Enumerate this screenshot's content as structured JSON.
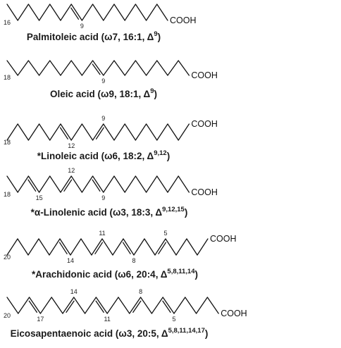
{
  "colors": {
    "ink": "#111111",
    "background": "#ffffff"
  },
  "molecules": [
    {
      "carbons": 16,
      "double_bonds": [
        9
      ],
      "group": "COOH",
      "labels": [
        "16",
        "9"
      ],
      "name": "Palmitoleic acid",
      "prefix": "",
      "descriptor": "(ω7, 16:1, Δ",
      "superscript": "9",
      "suffix": ")"
    },
    {
      "carbons": 18,
      "double_bonds": [
        9
      ],
      "group": "COOH",
      "labels": [
        "18",
        "9"
      ],
      "name": "Oleic acid",
      "prefix": "",
      "descriptor": "(ω9, 18:1, Δ",
      "superscript": "9",
      "suffix": ")"
    },
    {
      "carbons": 18,
      "double_bonds": [
        9,
        12
      ],
      "group": "COOH",
      "labels": [
        "18",
        "12",
        "9"
      ],
      "name": "Linoleic acid",
      "prefix": "*",
      "descriptor": "(ω6, 18:2, Δ",
      "superscript": "9,12",
      "suffix": ")"
    },
    {
      "carbons": 18,
      "double_bonds": [
        9,
        12,
        15
      ],
      "group": "COOH",
      "labels": [
        "18",
        "15",
        "12",
        "9"
      ],
      "name": "α-Linolenic  acid",
      "prefix": "*",
      "descriptor": "(ω3, 18:3, Δ",
      "superscript": "9,12,15",
      "suffix": ")"
    },
    {
      "carbons": 20,
      "double_bonds": [
        5,
        8,
        11,
        14
      ],
      "group": "COOH",
      "labels": [
        "20",
        "14",
        "11",
        "8",
        "5"
      ],
      "name": "Arachidonic acid",
      "prefix": "*",
      "descriptor": "(ω6, 20:4, Δ",
      "superscript": "5,8,11,14",
      "suffix": ")"
    },
    {
      "carbons": 20,
      "double_bonds": [
        5,
        8,
        11,
        14,
        17
      ],
      "group": "COOH",
      "labels": [
        "20",
        "17",
        "14",
        "11",
        "8",
        "5"
      ],
      "name": "Eicosapentaenoic acid",
      "prefix": "",
      "descriptor": "(ω3, 20:5, Δ",
      "superscript": "5,8,11,14,17",
      "suffix": ")"
    }
  ]
}
